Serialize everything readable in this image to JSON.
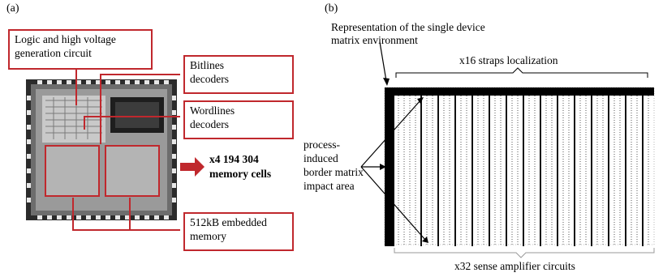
{
  "panel_a": {
    "label": "(a)",
    "callouts": {
      "logic": "Logic and high voltage generation circuit",
      "bitlines": "Bitlines decoders",
      "wordlines": "Wordlines decoders",
      "memory": "512kB embedded memory"
    },
    "cells_text": "x4 194 304 memory cells"
  },
  "panel_b": {
    "label": "(b)",
    "representation": "Representation of the single device matrix environment",
    "straps": "x16 straps localization",
    "border": "process-induced border matrix impact area",
    "sense": "x32 sense amplifier circuits"
  },
  "colors": {
    "accent": "#c0282d"
  }
}
